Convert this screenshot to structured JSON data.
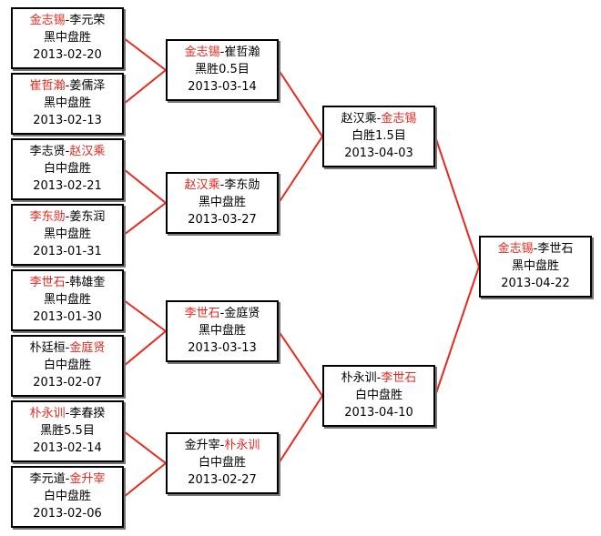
{
  "matches": [
    {
      "p1": "金志锡",
      "p2": "李元荣",
      "winner": "p1",
      "result": "黑中盘胜",
      "date": "2013-02-20"
    },
    {
      "p1": "崔哲瀚",
      "p2": "姜儒泽",
      "winner": "p1",
      "result": "黑中盘胜",
      "date": "2013-02-13"
    },
    {
      "p1": "李志贤",
      "p2": "赵汉乘",
      "winner": "p2",
      "result": "白中盘胜",
      "date": "2013-02-21"
    },
    {
      "p1": "李东勋",
      "p2": "姜东润",
      "winner": "p1",
      "result": "黑中盘胜",
      "date": "2013-01-31"
    },
    {
      "p1": "李世石",
      "p2": "韩雄奎",
      "winner": "p1",
      "result": "黑中盘胜",
      "date": "2013-01-30"
    },
    {
      "p1": "朴廷桓",
      "p2": "金庭贤",
      "winner": "p2",
      "result": "白中盘胜",
      "date": "2013-02-07"
    },
    {
      "p1": "朴永训",
      "p2": "李春揆",
      "winner": "p1",
      "result": "黑胜5.5目",
      "date": "2013-02-14"
    },
    {
      "p1": "李元道",
      "p2": "金升宰",
      "winner": "p2",
      "result": "白中盘胜",
      "date": "2013-02-06"
    },
    {
      "p1": "金志锡",
      "p2": "崔哲瀚",
      "winner": "p1",
      "result": "黑胜0.5目",
      "date": "2013-03-14"
    },
    {
      "p1": "赵汉乘",
      "p2": "李东勋",
      "winner": "p1",
      "result": "黑中盘胜",
      "date": "2013-03-27"
    },
    {
      "p1": "李世石",
      "p2": "金庭贤",
      "winner": "p1",
      "result": "黑中盘胜",
      "date": "2013-03-13"
    },
    {
      "p1": "金升宰",
      "p2": "朴永训",
      "winner": "p2",
      "result": "白中盘胜",
      "date": "2013-02-27"
    },
    {
      "p1": "赵汉乘",
      "p2": "金志锡",
      "winner": "p2",
      "result": "白胜1.5目",
      "date": "2013-04-03"
    },
    {
      "p1": "朴永训",
      "p2": "李世石",
      "winner": "p2",
      "result": "白中盘胜",
      "date": "2013-04-10"
    },
    {
      "p1": "金志锡",
      "p2": "李世石",
      "winner": "p1",
      "result": "黑中盘胜",
      "date": "2013-04-22"
    }
  ],
  "separator": "-",
  "colors": {
    "winner": "#e8281e",
    "connector": "#e8281e",
    "border": "#000000"
  }
}
